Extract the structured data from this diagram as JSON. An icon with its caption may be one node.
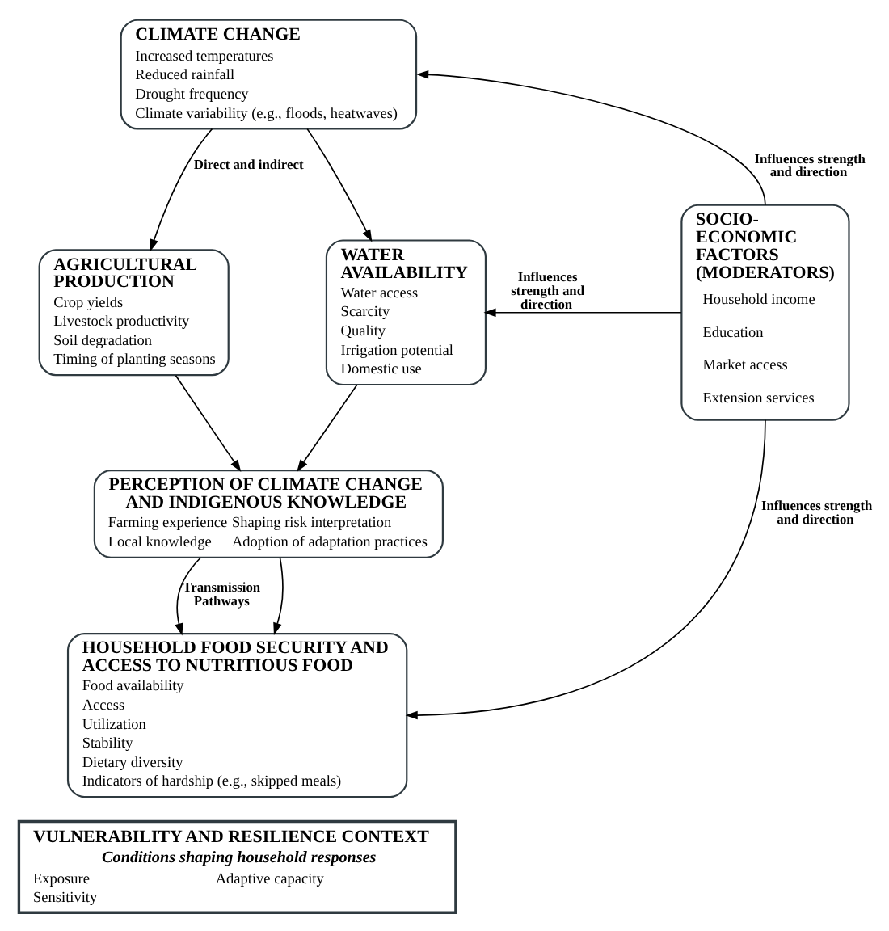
{
  "diagram": {
    "nodes": [
      {
        "text": [
          "CLIMATE CHANGE",
          "Increased temperatures",
          "Reduced rainfall",
          "Drought frequency",
          "Climate variability (e.g., floods, heatwaves)"
        ]
      },
      {
        "text": [
          "SOCIO-ECONOMIC FACTORS (MODERATORS)",
          "Household income",
          "Education",
          "Market access",
          "Extension services"
        ]
      },
      {
        "text": [
          "AGRICULTURAL PRODUCTION",
          "Crop yields",
          "Livestock productivity",
          "Soil degradation",
          "Timing of planting seasons"
        ]
      },
      {
        "text": [
          "WATER AVAILABILITY",
          "Water access",
          "Scarcity",
          "Quality",
          "Irrigation potential",
          "Domestic use"
        ]
      },
      {
        "text": [
          "PERCEPTION OF CLIMATE CHANGE AND INDIGENOUS KNOWLEDGE",
          "Farming experience",
          "Local knowledge",
          "Shaping risk interpretation",
          "Adoption of adaptation practices"
        ]
      },
      {
        "text": [
          "HOUSEHOLD FOOD SECURITY AND ACCESS TO NUTRITIOUS FOOD",
          "Food availability",
          "Access",
          "Utilization",
          "Stability",
          "Dietary diversity",
          "Indicators of hardship (e.g., skipped meals)"
        ]
      },
      {
        "text": [
          "VULNERABILITY AND RESILIENCE CONTEXT",
          "Conditions shaping household responses",
          "Exposure",
          "Sensitivity",
          "Adaptive capacity"
        ]
      }
    ],
    "edges": [
      {
        "from": 1,
        "to": 0,
        "arrow": "to",
        "label": "Influences strength and direction"
      },
      {
        "from": 0,
        "to": 2,
        "arrow": "to",
        "label": "Direct and indirect"
      },
      {
        "from": 0,
        "to": 3,
        "arrow": "to"
      },
      {
        "from": 1,
        "to": 3,
        "arrow": "to",
        "label": "Influences strength and direction"
      },
      {
        "from": 2,
        "to": 4,
        "arrow": "to"
      },
      {
        "from": 3,
        "to": 4,
        "arrow": "to"
      },
      {
        "from": 4,
        "to": 5,
        "arrow": "to",
        "label": "Transmission Pathways"
      },
      {
        "from": 4,
        "to": 5,
        "arrow": "to"
      },
      {
        "from": 1,
        "to": 5,
        "arrow": "to",
        "label": "Influences strength and direction"
      }
    ]
  }
}
